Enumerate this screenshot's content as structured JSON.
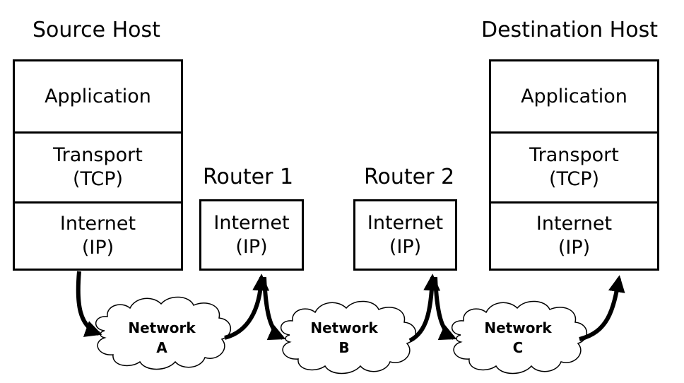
{
  "source_host": {
    "title": "Source Host",
    "layers": [
      {
        "line1": "Application",
        "line2": ""
      },
      {
        "line1": "Transport",
        "line2": "(TCP)"
      },
      {
        "line1": "Internet",
        "line2": "(IP)"
      }
    ]
  },
  "router1": {
    "title": "Router 1",
    "line1": "Internet",
    "line2": "(IP)"
  },
  "router2": {
    "title": "Router 2",
    "line1": "Internet",
    "line2": "(IP)"
  },
  "destination_host": {
    "title": "Destination Host",
    "layers": [
      {
        "line1": "Application",
        "line2": ""
      },
      {
        "line1": "Transport",
        "line2": "(TCP)"
      },
      {
        "line1": "Internet",
        "line2": "(IP)"
      }
    ]
  },
  "networks": [
    {
      "line1": "Network",
      "line2": "A"
    },
    {
      "line1": "Network",
      "line2": "B"
    },
    {
      "line1": "Network",
      "line2": "C"
    }
  ]
}
